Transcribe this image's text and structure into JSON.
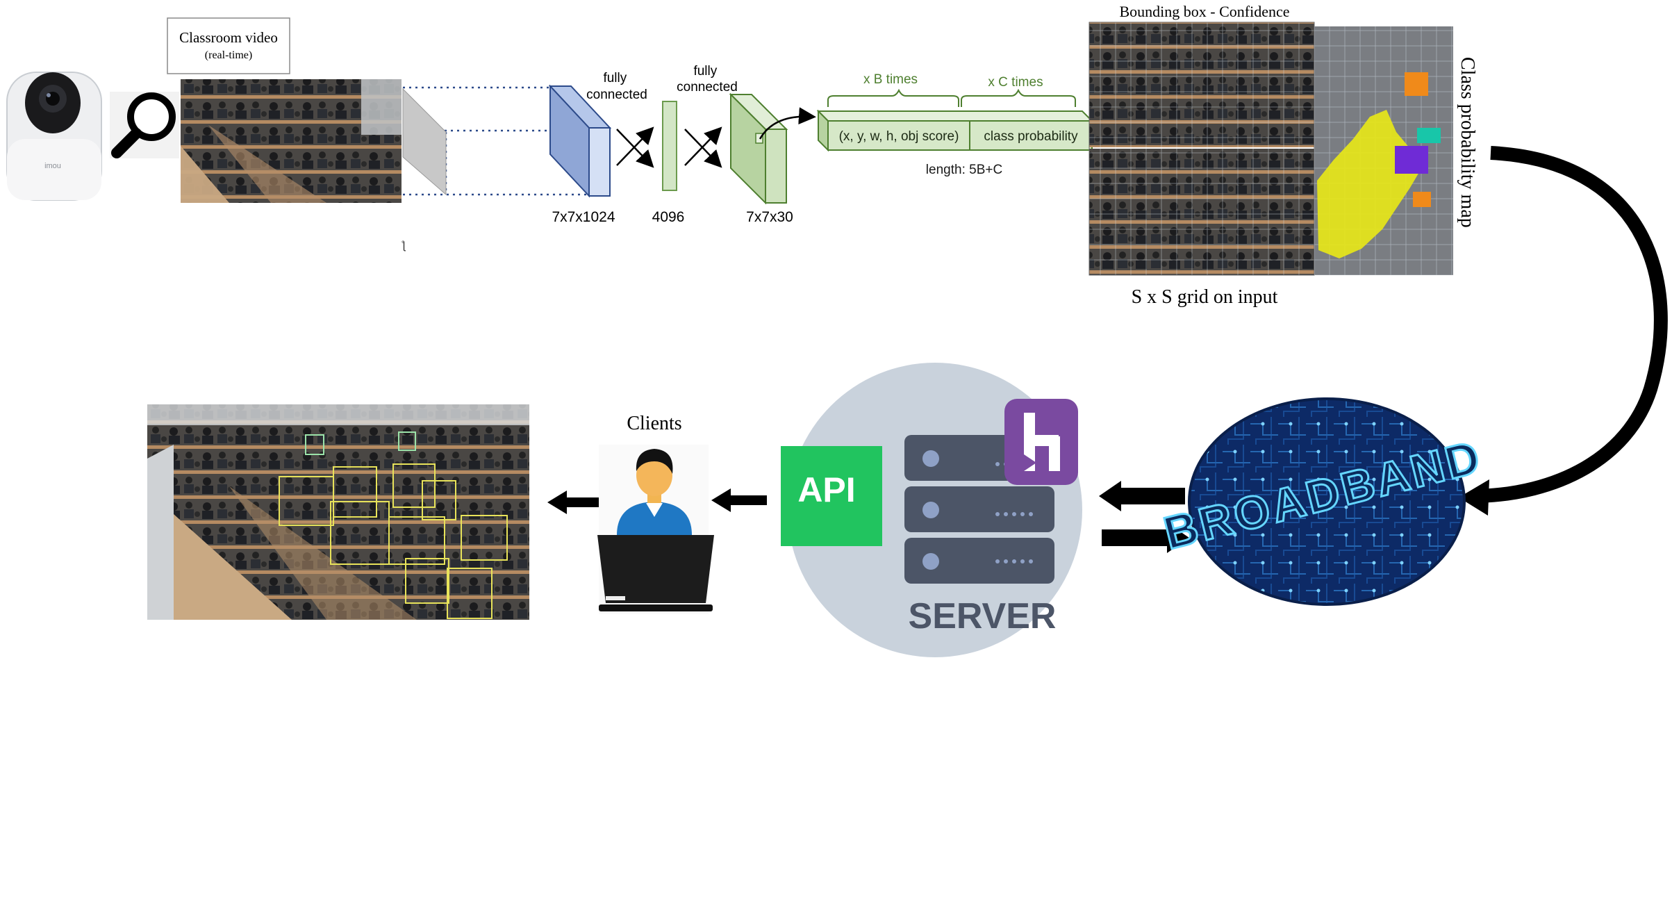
{
  "camera": {
    "caption": "Classroom video",
    "caption_sub": "(real-time)",
    "brand": "imou"
  },
  "network": {
    "fc1": "fully\nconnected",
    "fc2": "fully\nconnected",
    "dim1": "7x7x1024",
    "dim2": "4096",
    "dim3": "7x7x30",
    "b_times": "x B times",
    "c_times": "x C times",
    "box_vector": "(x, y, w, h, obj score)",
    "class_vector": "class probability",
    "length": "length: 5B+C",
    "stray": "ƪ"
  },
  "grid": {
    "title": "Bounding box - Confidence",
    "caption": "S x S grid on input",
    "side_label": "Class probability map"
  },
  "clients": {
    "label": "Clients"
  },
  "server": {
    "api": "API",
    "label": "SERVER",
    "logo": "h"
  },
  "broadband": {
    "label": "BROADBAND"
  },
  "colors": {
    "blue_block": "#8fa6d6",
    "green_block": "#cfe3bf",
    "green_text": "#4e7f2f",
    "api_green": "#21c45f",
    "server_bg": "#c9d2dc",
    "rack": "#4c5567",
    "logo_purple": "#7a4aa0",
    "broadband_blue": "#0b2a6b"
  }
}
